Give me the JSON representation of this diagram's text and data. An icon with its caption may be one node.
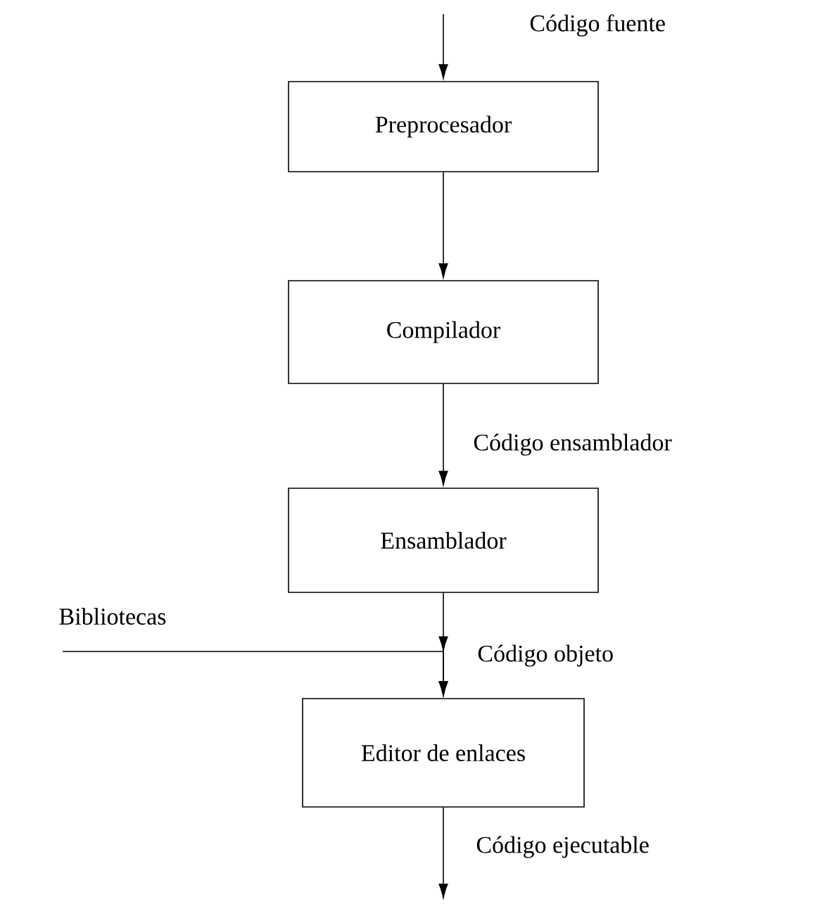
{
  "diagram": {
    "nodes": [
      {
        "text": [
          "Preprocesador"
        ]
      },
      {
        "text": [
          "Compilador"
        ]
      },
      {
        "text": [
          "Ensamblador"
        ]
      },
      {
        "text": [
          "Editor de enlaces"
        ]
      },
      {
        "text": [
          "Bibliotecas"
        ]
      }
    ],
    "edges": [
      {
        "from": null,
        "to": 0,
        "arrow": "to",
        "label": "Código fuente"
      },
      {
        "from": 0,
        "to": 1,
        "arrow": "to"
      },
      {
        "from": 1,
        "to": 2,
        "arrow": "to",
        "label": "Código ensamblador"
      },
      {
        "from": 2,
        "to": 3,
        "arrow": "to",
        "label": "Código objeto"
      },
      {
        "from": 4,
        "to": 3,
        "arrow": "to"
      },
      {
        "from": 3,
        "to": null,
        "arrow": "to",
        "label": "Código ejecutable"
      }
    ]
  }
}
